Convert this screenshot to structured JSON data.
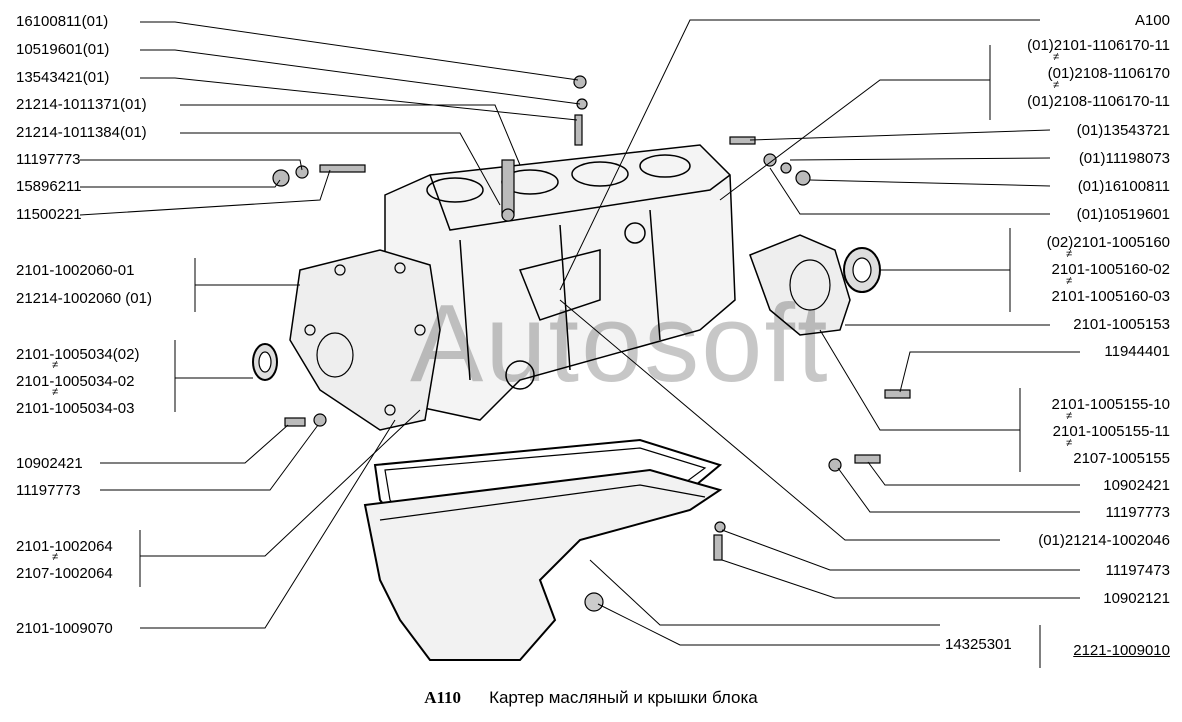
{
  "watermark": "Autosoft",
  "caption": {
    "code": "A110",
    "title": "Картер масляный и крышки блока"
  },
  "left_labels": [
    "16100811(01)",
    "10519601(01)",
    "13543421(01)",
    "21214-1011371(01)",
    "21214-1011384(01)",
    "11197773",
    "15896211",
    "11500221",
    "2101-1002060-01",
    "21214-1002060  (01)",
    "2101-1005034(02)",
    "2101-1005034-02",
    "2101-1005034-03",
    "10902421",
    "11197773",
    "2101-1002064",
    "2107-1002064",
    "2101-1009070"
  ],
  "right_labels": [
    "A100",
    "(01)2101-1106170-11",
    "(01)2108-1106170",
    "(01)2108-1106170-11",
    "(01)13543721",
    "(01)11198073",
    "(01)16100811",
    "(01)10519601",
    "(02)2101-1005160",
    "2101-1005160-02",
    "2101-1005160-03",
    "2101-1005153",
    "11944401",
    "2101-1005155-10",
    "2101-1005155-11",
    "2107-1005155",
    "10902421",
    "11197773",
    "(01)21214-1002046",
    "11197473",
    "10902121",
    "14325301",
    "2121-1009010"
  ],
  "not_equal_mark": "≠"
}
